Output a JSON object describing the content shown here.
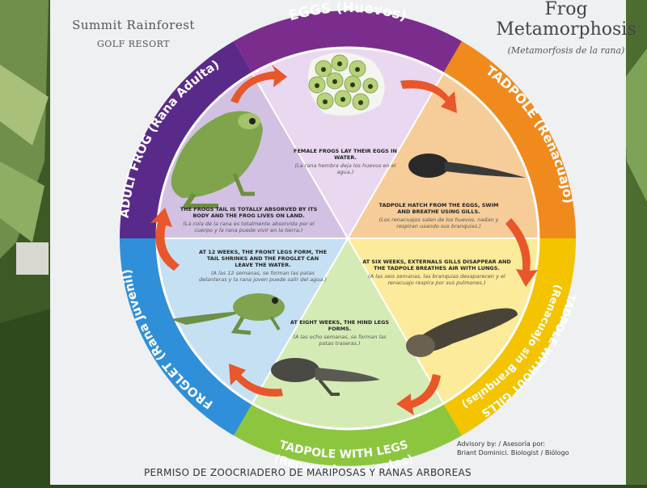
{
  "logo": {
    "line1": "Summit Rainforest",
    "line2": "GOLF RESORT"
  },
  "title": {
    "line1": "Frog",
    "line2": "Metamorphosis",
    "subtitle": "(Metamorfosis de la rana)"
  },
  "stages": {
    "eggs": "EGGS (Huevos)",
    "tadpole": "TADPOLE (Renacuajo)",
    "tadpole_no_gills_1": "TADPOLE WITHOUT GILLS",
    "tadpole_no_gills_2": "(Renacuajo sin Branquias)",
    "tadpole_legs_1": "TADPOLE WITH LEGS",
    "tadpole_legs_2": "(Renacuajo con patas)",
    "froglet": "FROGLET (Rana Juvenil)",
    "adult": "ADULT FROG (Rana Adulta)"
  },
  "descriptions": {
    "eggs": {
      "en": "FEMALE FROGS LAY THEIR EGGS IN WATER.",
      "es": "(La rana hembra deja los huevos en el agua.)"
    },
    "tadpole": {
      "en": "TADPOLE HATCH FROM THE EGGS, SWIM AND BREATHE USING GILLS.",
      "es": "(Los renacuajos salen de los huevos, nadan y respiran usando sus branquias.)"
    },
    "no_gills": {
      "en": "AT SIX WEEKS, EXTERNALS GILLS DISAPPEAR AND THE TADPOLE BREATHES AIR WITH LUNGS.",
      "es": "(A las seis semanas, las branquias desaparecen y el renacuajo respira por sus pulmones.)"
    },
    "legs": {
      "en": "AT EIGHT WEEKS, THE HIND LEGS FORMS.",
      "es": "(A las ocho semanas, se forman las patas traseras.)"
    },
    "froglet": {
      "en": "AT 12 WEEKS, THE FRONT LEGS FORM, THE TAIL SHRINKS AND THE FROGLET CAN LEAVE THE WATER.",
      "es": "(A las 12 semanas, se forman las patas delanteras y la rana joven puede salir del agua.)"
    },
    "adult": {
      "en": "THE FROGS TAIL IS TOTALLY ABSORVED BY ITS BODY AND THE FROG LIVES ON LAND.",
      "es": "(La cola de la rana es totalmente absorvida por el cuerpo y la rana puede vivir en la tierra.)"
    }
  },
  "advisory": {
    "line1": "Advisory by: / Asesoría por:",
    "line2": "Briant Dominici. Biologist / Biólogo"
  },
  "permit": "PERMISO DE ZOOCRIADERO DE MARIPOSAS Y RANAS ARBOREAS",
  "colors": {
    "eggs": "#7b2d8e",
    "tadpole": "#f08a1c",
    "no_gills": "#f4c400",
    "legs": "#8cc63f",
    "froglet": "#2f8fd8",
    "adult": "#5a2a8a",
    "arrow": "#e8562a"
  }
}
